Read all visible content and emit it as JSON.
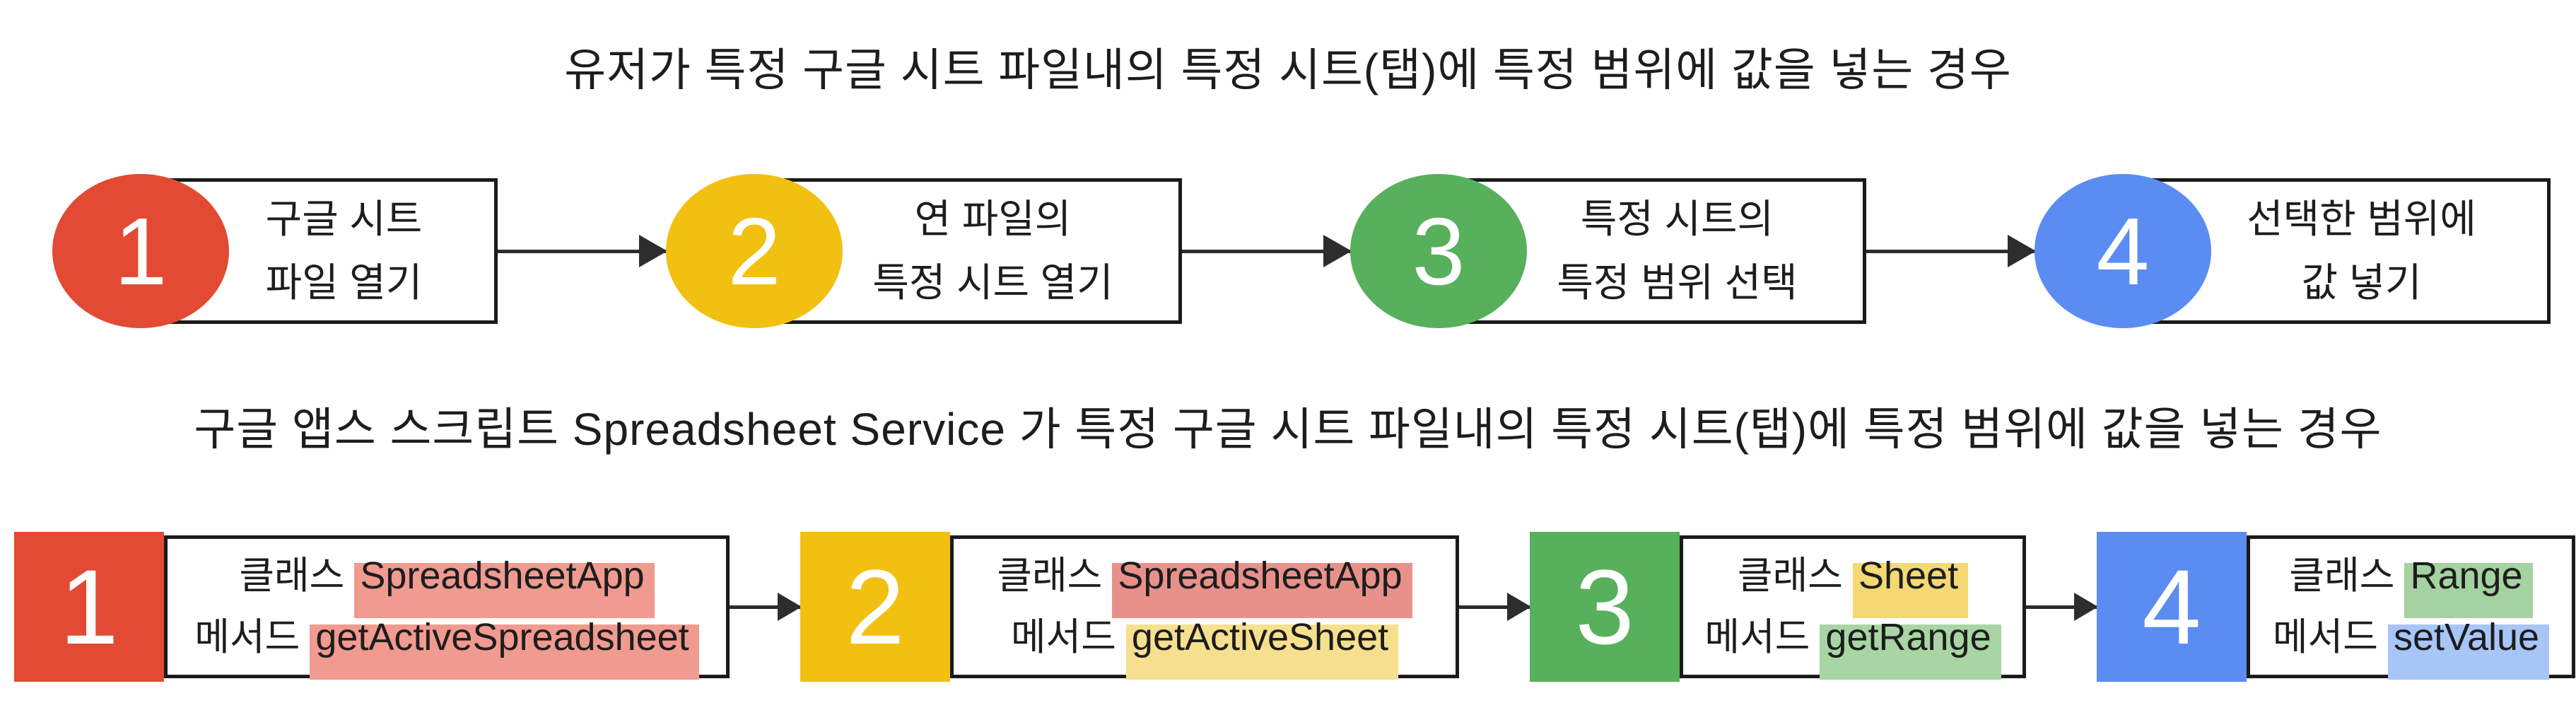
{
  "titles": {
    "user_flow": "유저가 특정 구글 시트 파일내의 특정 시트(탭)에 특정 범위에 값을 넣는 경우",
    "script_flow": "구글 앱스 스크립트 Spreadsheet Service 가 특정 구글 시트 파일내의 특정 시트(탭)에 특정 범위에 값을 넣는 경우"
  },
  "colors": {
    "step_red": "#E24A33",
    "step_yellow": "#F2C011",
    "step_green": "#57B05B",
    "step_blue": "#5B8CF2",
    "box_border": "#1A1A1A",
    "arrow": "#2D2D2D",
    "highlight_salmon": "#F09A90",
    "highlight_red": "#E8918A",
    "highlight_yellow_light": "#F6E08F",
    "highlight_yellow": "#F4D873",
    "highlight_green": "#A8D5A3",
    "highlight_green_soft": "#A4D2A0",
    "highlight_blue": "#A8C5F8"
  },
  "user_flow": {
    "steps": [
      {
        "num": "1",
        "color": "#E24A33",
        "line1": "구글 시트",
        "line2": "파일 열기"
      },
      {
        "num": "2",
        "color": "#F2C011",
        "line1": "연 파일의",
        "line2": "특정 시트 열기"
      },
      {
        "num": "3",
        "color": "#57B05B",
        "line1": "특정 시트의",
        "line2": "특정 범위 선택"
      },
      {
        "num": "4",
        "color": "#5B8CF2",
        "line1": "선택한 범위에",
        "line2": "값 넣기"
      }
    ]
  },
  "script_flow": {
    "steps": [
      {
        "num": "1",
        "color": "#E24A33",
        "class_label": "클래스",
        "class_name": "SpreadsheetApp",
        "class_highlight": "#F09A90",
        "method_label": "메서드",
        "method_name": "getActiveSpreadsheet",
        "method_highlight": "#F09A90"
      },
      {
        "num": "2",
        "color": "#F2C011",
        "class_label": "클래스",
        "class_name": "SpreadsheetApp",
        "class_highlight": "#E8918A",
        "method_label": "메서드",
        "method_name": "getActiveSheet",
        "method_highlight": "#F6E08F"
      },
      {
        "num": "3",
        "color": "#57B05B",
        "class_label": "클래스",
        "class_name": "Sheet",
        "class_highlight": "#F4D873",
        "method_label": "메서드",
        "method_name": "getRange",
        "method_highlight": "#A8D5A3"
      },
      {
        "num": "4",
        "color": "#5B8CF2",
        "class_label": "클래스",
        "class_name": "Range",
        "class_highlight": "#A4D2A0",
        "method_label": "메서드",
        "method_name": "setValue",
        "method_highlight": "#A8C5F8"
      }
    ]
  }
}
